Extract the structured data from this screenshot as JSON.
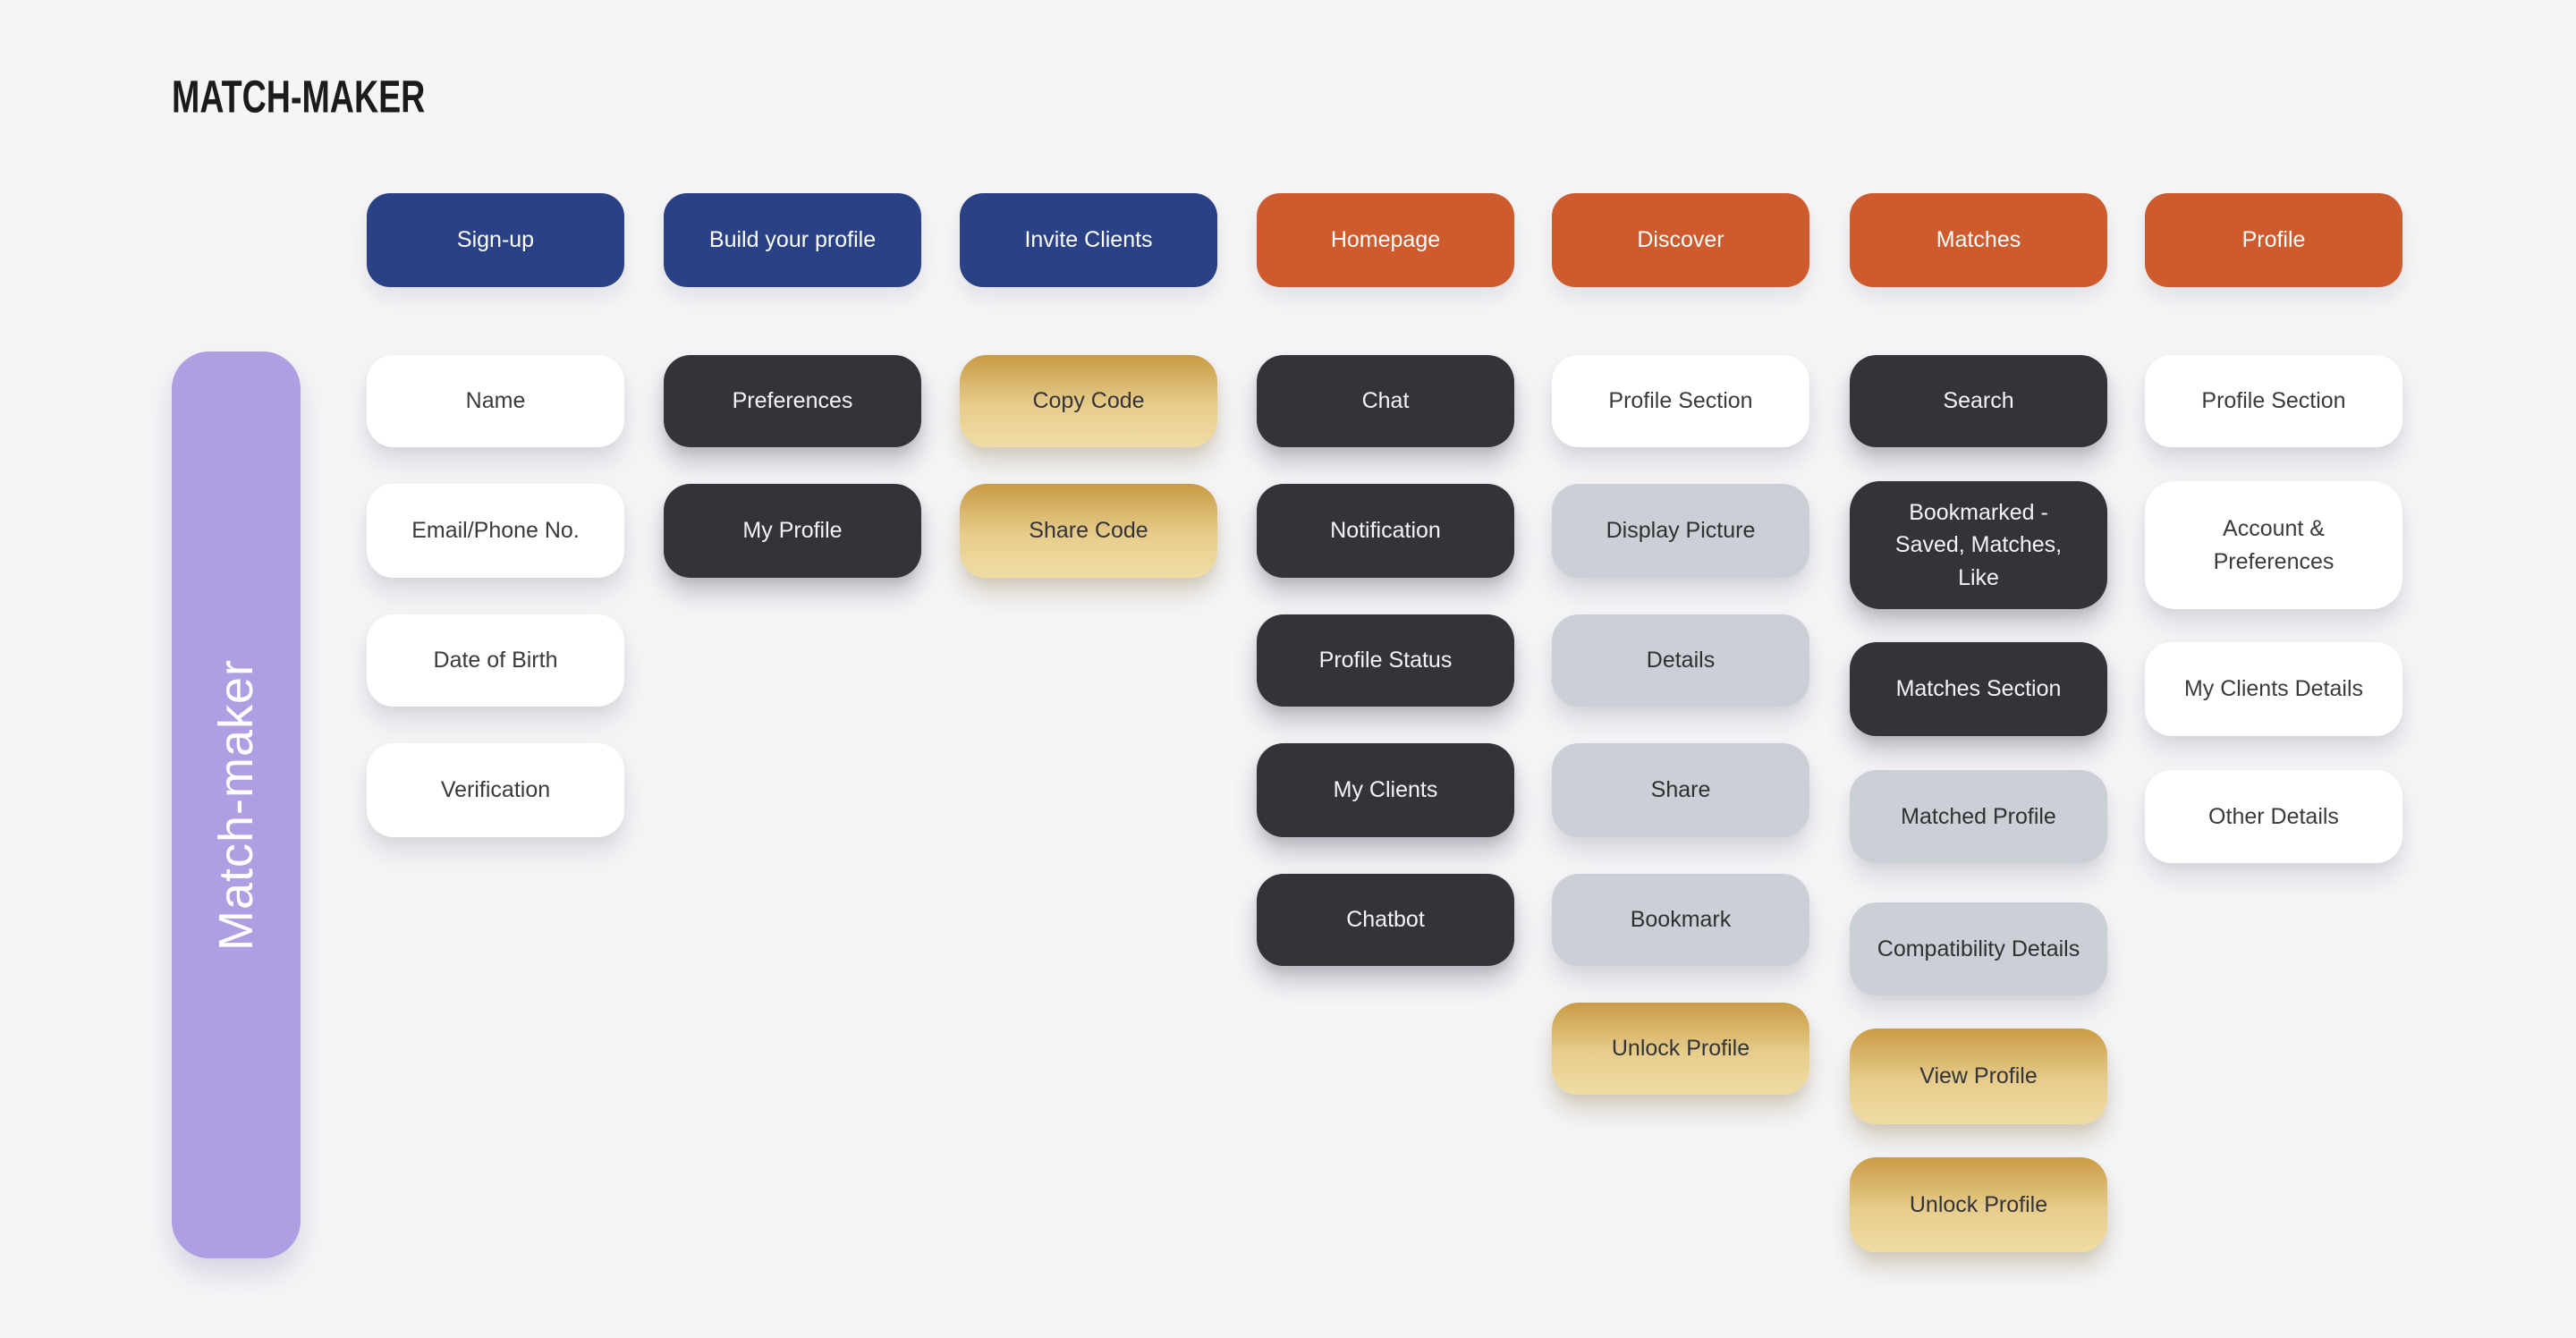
{
  "title": "MATCH-MAKER",
  "sidebar": {
    "label": "Match-maker",
    "color": "#B09EE2"
  },
  "colors": {
    "background": "#F5F5F7",
    "blue": "#2A4285",
    "orange": "#CE5B2E",
    "dark": "#333437",
    "gray": "#CBCFD6",
    "white": "#FFFFFF",
    "gold_top": "#C99B45",
    "gold_bottom": "#F0DDA4",
    "purple": "#B09EE2"
  },
  "columns": [
    {
      "header": {
        "label": "Sign-up",
        "style": "blue"
      },
      "cards": [
        {
          "label": "Name",
          "style": "white"
        },
        {
          "label": "Email/Phone No.",
          "style": "white"
        },
        {
          "label": "Date of Birth",
          "style": "white"
        },
        {
          "label": "Verification",
          "style": "white"
        }
      ]
    },
    {
      "header": {
        "label": "Build your profile",
        "style": "blue"
      },
      "cards": [
        {
          "label": "Preferences",
          "style": "dark"
        },
        {
          "label": "My Profile",
          "style": "dark"
        }
      ]
    },
    {
      "header": {
        "label": "Invite Clients",
        "style": "blue"
      },
      "cards": [
        {
          "label": "Copy Code",
          "style": "gold"
        },
        {
          "label": "Share Code",
          "style": "gold"
        }
      ]
    },
    {
      "header": {
        "label": "Homepage",
        "style": "orange"
      },
      "cards": [
        {
          "label": "Chat",
          "style": "dark"
        },
        {
          "label": "Notification",
          "style": "dark"
        },
        {
          "label": "Profile Status",
          "style": "dark"
        },
        {
          "label": "My Clients",
          "style": "dark"
        },
        {
          "label": "Chatbot",
          "style": "dark"
        }
      ]
    },
    {
      "header": {
        "label": "Discover",
        "style": "orange"
      },
      "cards": [
        {
          "label": "Profile Section",
          "style": "white"
        },
        {
          "label": "Display Picture",
          "style": "gray"
        },
        {
          "label": "Details",
          "style": "gray"
        },
        {
          "label": "Share",
          "style": "gray"
        },
        {
          "label": "Bookmark",
          "style": "gray"
        },
        {
          "label": "Unlock Profile",
          "style": "gold"
        }
      ]
    },
    {
      "header": {
        "label": "Matches",
        "style": "orange"
      },
      "cards": [
        {
          "label": "Search",
          "style": "dark"
        },
        {
          "label": "Bookmarked - Saved, Matches, Like",
          "style": "dark"
        },
        {
          "label": "Matches Section",
          "style": "dark"
        },
        {
          "label": "Matched Profile",
          "style": "gray"
        },
        {
          "label": "Compatibility Details",
          "style": "gray"
        },
        {
          "label": "View Profile",
          "style": "gold"
        },
        {
          "label": "Unlock Profile",
          "style": "gold"
        }
      ]
    },
    {
      "header": {
        "label": "Profile",
        "style": "orange"
      },
      "cards": [
        {
          "label": "Profile Section",
          "style": "white"
        },
        {
          "label": "Account & Preferences",
          "style": "white"
        },
        {
          "label": "My Clients Details",
          "style": "white"
        },
        {
          "label": "Other Details",
          "style": "white"
        }
      ]
    }
  ]
}
